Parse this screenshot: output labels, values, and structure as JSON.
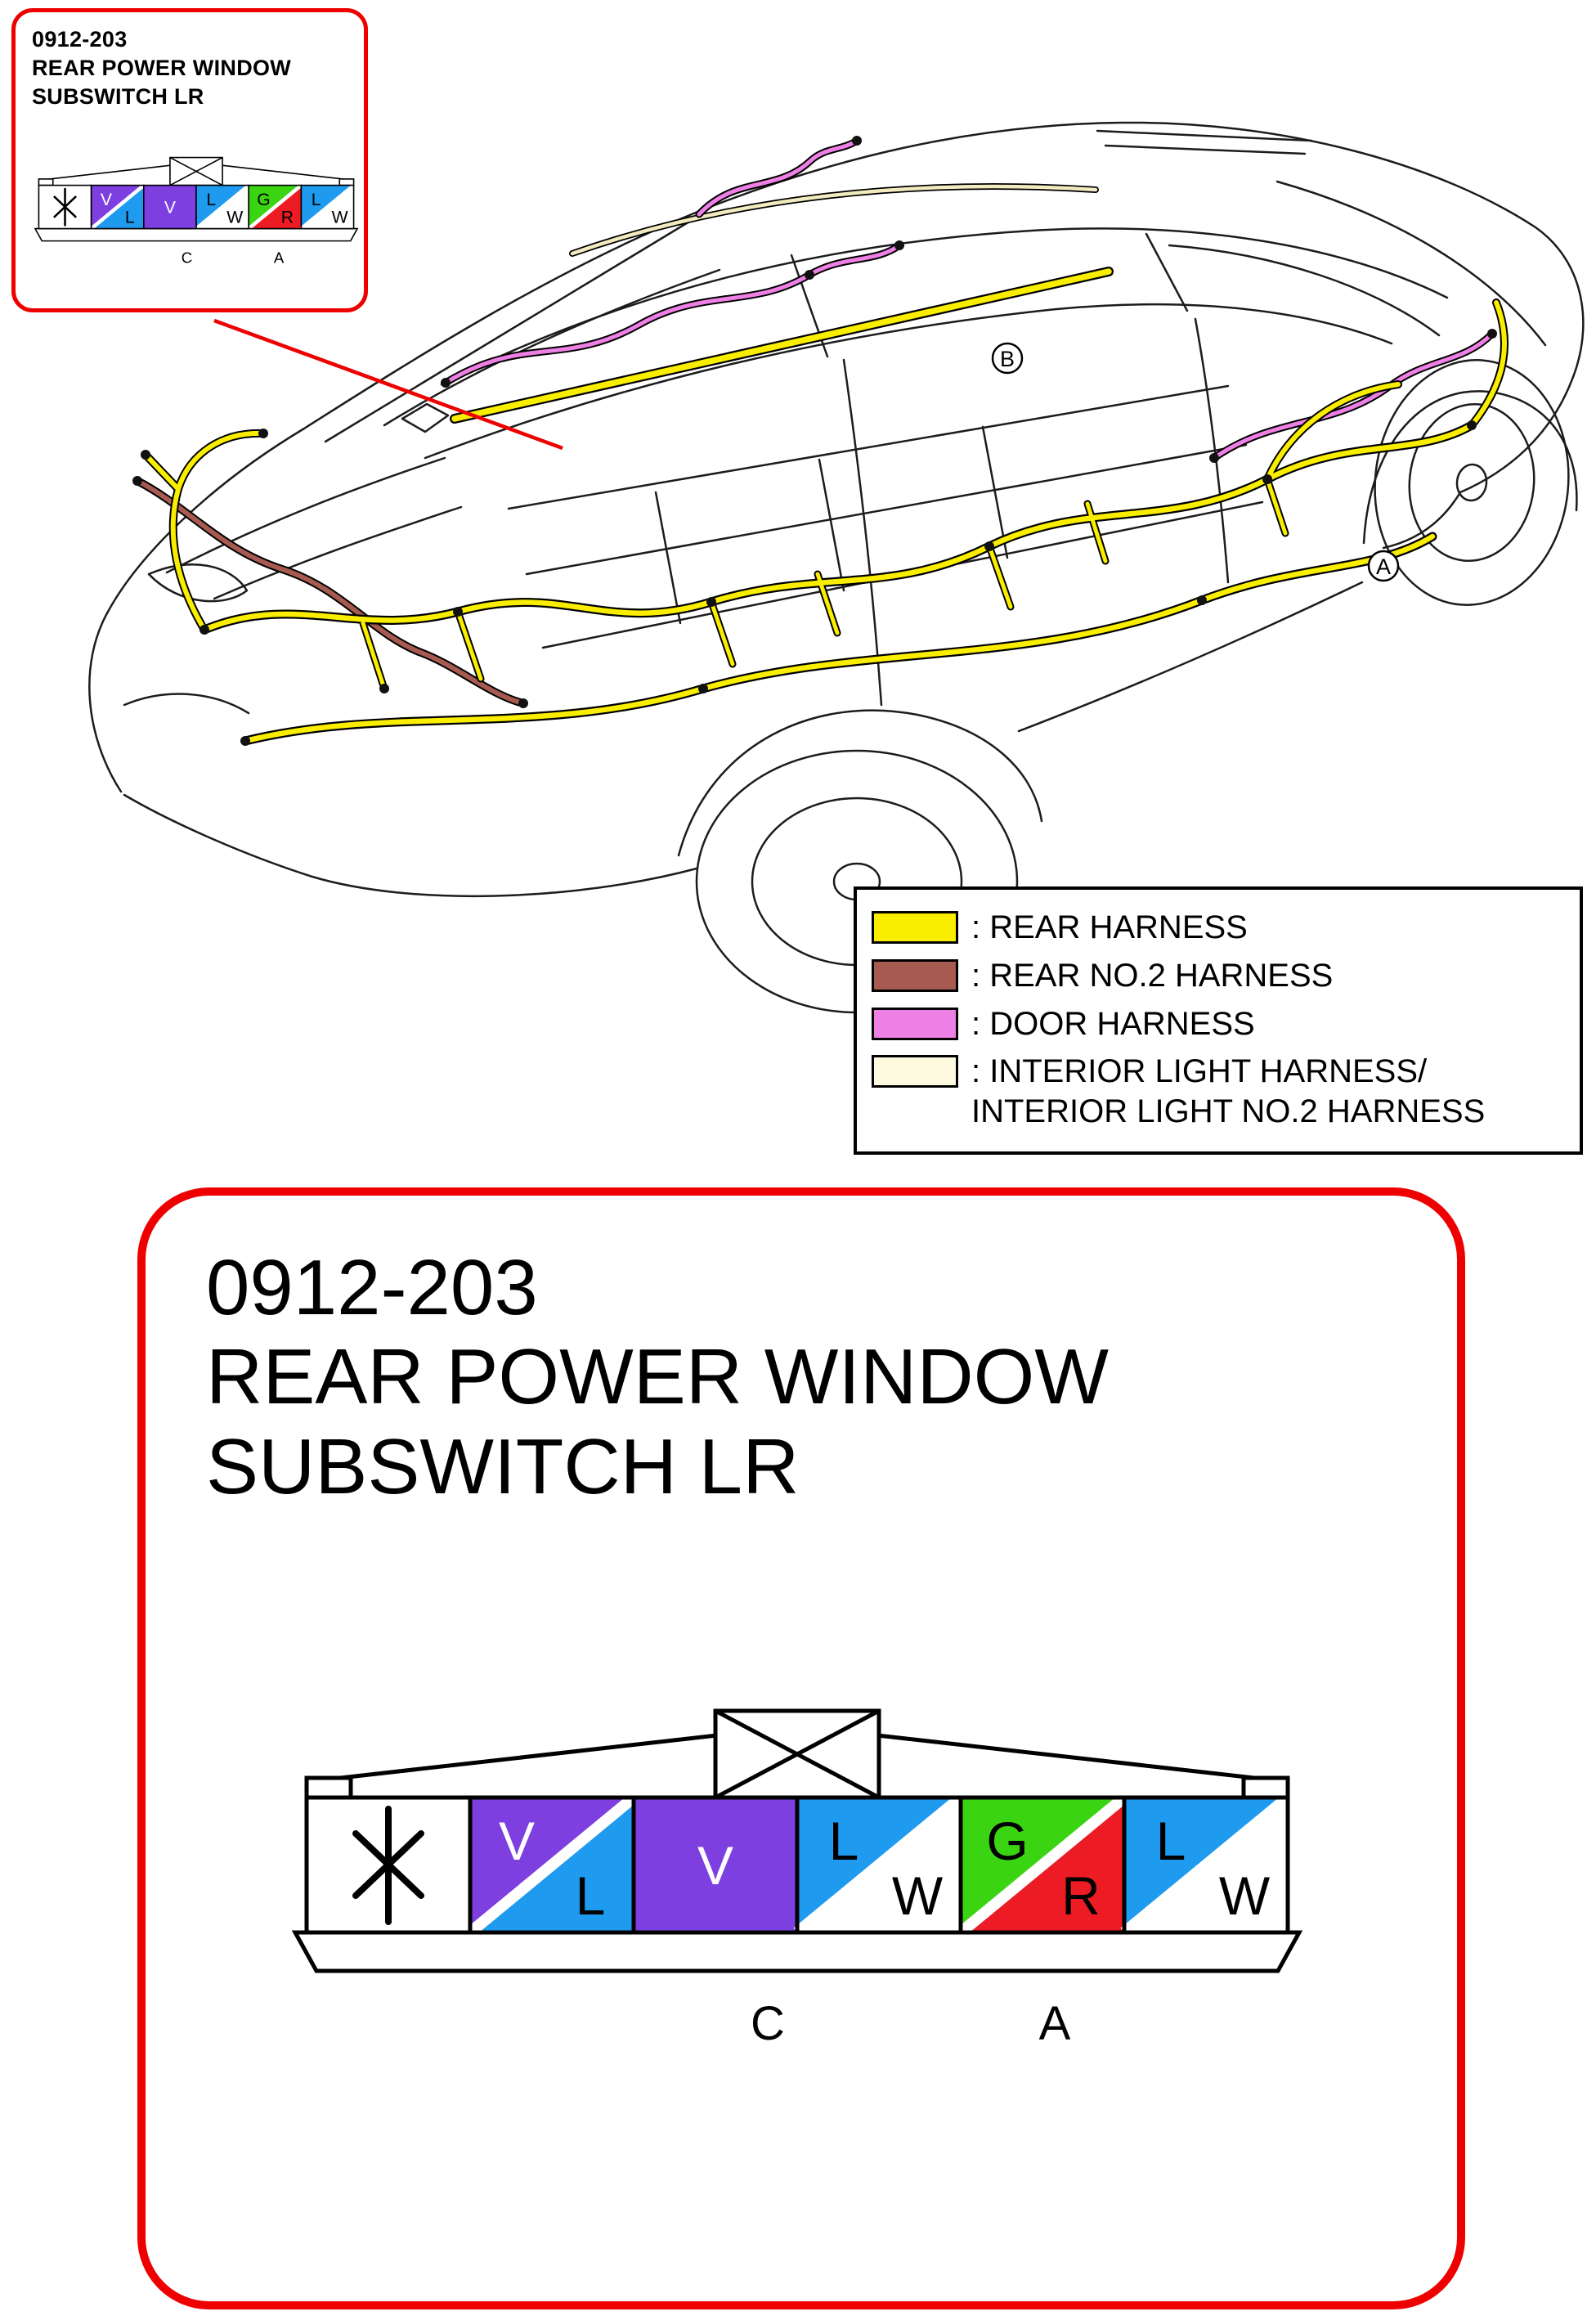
{
  "colors": {
    "accent_red": "#EE0000",
    "line": "#1c1c1c",
    "rear_harness": "#F9EE00",
    "rear_no2_harness": "#A65A50",
    "door_harness": "#EE7FE4",
    "interior_light_harness": "#F2EBC0",
    "pin_violet": "#7E3FE0",
    "pin_blue": "#1E9BEF",
    "pin_green": "#3BD413",
    "pin_red": "#ED1C24",
    "pin_white": "#FFFFFF"
  },
  "callout": {
    "part_number": "0912-203",
    "name_line1": "REAR POWER WINDOW",
    "name_line2": "SUBSWITCH LR"
  },
  "legend": {
    "items": [
      {
        "label": ": REAR HARNESS",
        "color": "#F9EE00"
      },
      {
        "label": ": REAR NO.2 HARNESS",
        "color": "#A65A50"
      },
      {
        "label": ": DOOR HARNESS",
        "color": "#EE7FE4"
      },
      {
        "label": ": INTERIOR LIGHT HARNESS/\nINTERIOR LIGHT NO.2 HARNESS",
        "color": "#FDFADF"
      }
    ]
  },
  "car": {
    "label_a": "A",
    "label_b": "B"
  },
  "connector": {
    "pins": [
      {
        "symbol": "*"
      },
      {
        "top": "V",
        "bottom": "L"
      },
      {
        "center": "V"
      },
      {
        "top": "L",
        "bottom": "W"
      },
      {
        "top": "G",
        "bottom": "R"
      },
      {
        "top": "L",
        "bottom": "W"
      }
    ],
    "terminal_c": "C",
    "terminal_a": "A"
  }
}
